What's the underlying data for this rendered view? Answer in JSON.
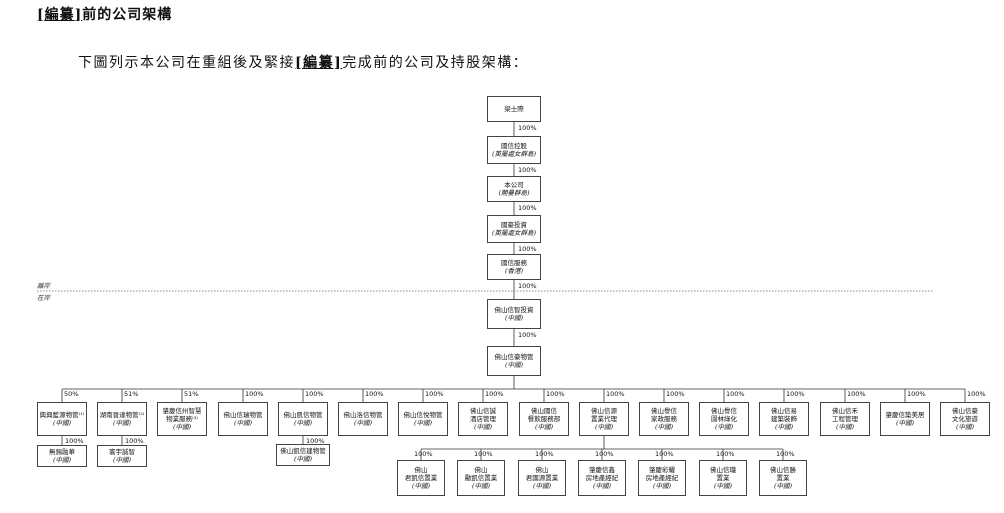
{
  "heading": {
    "open": "[",
    "edit_word": "編纂",
    "close": "]",
    "rest": "前的公司架構"
  },
  "intro": {
    "before": "下圖列示本公司在重組後及緊接",
    "edit_bracket": "[編纂]",
    "after": "完成前的公司及持股架構："
  },
  "side_labels": {
    "offshore": "離岸",
    "onshore": "在岸"
  },
  "chain": [
    {
      "id": "c0",
      "name": "梁士際",
      "loc": ""
    },
    {
      "id": "c1",
      "name": "國信控股",
      "loc": "(英屬處女群島)"
    },
    {
      "id": "c2",
      "name": "本公司",
      "loc": "(開曼群島)"
    },
    {
      "id": "c3",
      "name": "國豪投資",
      "loc": "(英屬處女群島)"
    },
    {
      "id": "c4",
      "name": "國信服務",
      "loc": "(香港)"
    },
    {
      "id": "c5",
      "name": "佛山信智投資",
      "loc": "(中國)"
    },
    {
      "id": "c6",
      "name": "佛山信豪物管",
      "loc": "(中國)"
    }
  ],
  "chain_pcts": [
    "100%",
    "100%",
    "100%",
    "100%",
    "100%",
    "100%"
  ],
  "level1": [
    {
      "pct": "50%",
      "name": "興興藍源物管⁽¹⁾",
      "loc": "(中國)"
    },
    {
      "pct": "51%",
      "name": "湖南晉達物管⁽²⁾",
      "loc": "(中國)"
    },
    {
      "pct": "51%",
      "name": "肇慶信州智慧\n物業服務⁽³⁾",
      "loc": "(中國)"
    },
    {
      "pct": "100%",
      "name": "佛山信瑞物管",
      "loc": "(中國)"
    },
    {
      "pct": "100%",
      "name": "佛山凱信物管",
      "loc": "(中國)"
    },
    {
      "pct": "100%",
      "name": "佛山洛信物管",
      "loc": "(中國)"
    },
    {
      "pct": "100%",
      "name": "佛山信悅物管",
      "loc": "(中國)"
    },
    {
      "pct": "100%",
      "name": "佛山信誠\n酒店管理",
      "loc": "(中國)"
    },
    {
      "pct": "100%",
      "name": "佛山國信\n餐飲服務部",
      "loc": "(中國)"
    },
    {
      "pct": "100%",
      "name": "佛山信源\n置業代理",
      "loc": "(中國)"
    },
    {
      "pct": "100%",
      "name": "佛山譽信\n家政服務",
      "loc": "(中國)"
    },
    {
      "pct": "100%",
      "name": "佛山譽信\n園林綠化",
      "loc": "(中國)"
    },
    {
      "pct": "100%",
      "name": "佛山信易\n建築裝飾",
      "loc": "(中國)"
    },
    {
      "pct": "100%",
      "name": "佛山信禾\n工程管理",
      "loc": "(中國)"
    },
    {
      "pct": "100%",
      "name": "肇慶信築美居",
      "loc": "(中國)"
    },
    {
      "pct": "100%",
      "name": "佛山信豪\n文化旅遊",
      "loc": "(中國)"
    }
  ],
  "level2_left": [
    {
      "parent": 0,
      "pct": "100%",
      "name": "無錫融華",
      "loc": "(中國)"
    },
    {
      "parent": 1,
      "pct": "100%",
      "name": "寰宇誠智",
      "loc": "(中國)"
    },
    {
      "parent": 4,
      "pct": "100%",
      "name": "佛山凱信建物管",
      "loc": "(中國)"
    }
  ],
  "level2_bottom": [
    {
      "pct": "100%",
      "name": "佛山\n君凱信置業",
      "loc": "(中國)"
    },
    {
      "pct": "100%",
      "name": "佛山\n勵凱信置業",
      "loc": "(中國)"
    },
    {
      "pct": "100%",
      "name": "佛山\n君國源置業",
      "loc": "(中國)"
    },
    {
      "pct": "100%",
      "name": "肇慶信鑫\n房地產經紀",
      "loc": "(中國)"
    },
    {
      "pct": "100%",
      "name": "肇慶彩耀\n房地產經紀",
      "loc": "(中國)"
    },
    {
      "pct": "100%",
      "name": "佛山信瓏\n置業",
      "loc": "(中國)"
    },
    {
      "pct": "100%",
      "name": "佛山信勝\n置業",
      "loc": "(中國)"
    }
  ]
}
